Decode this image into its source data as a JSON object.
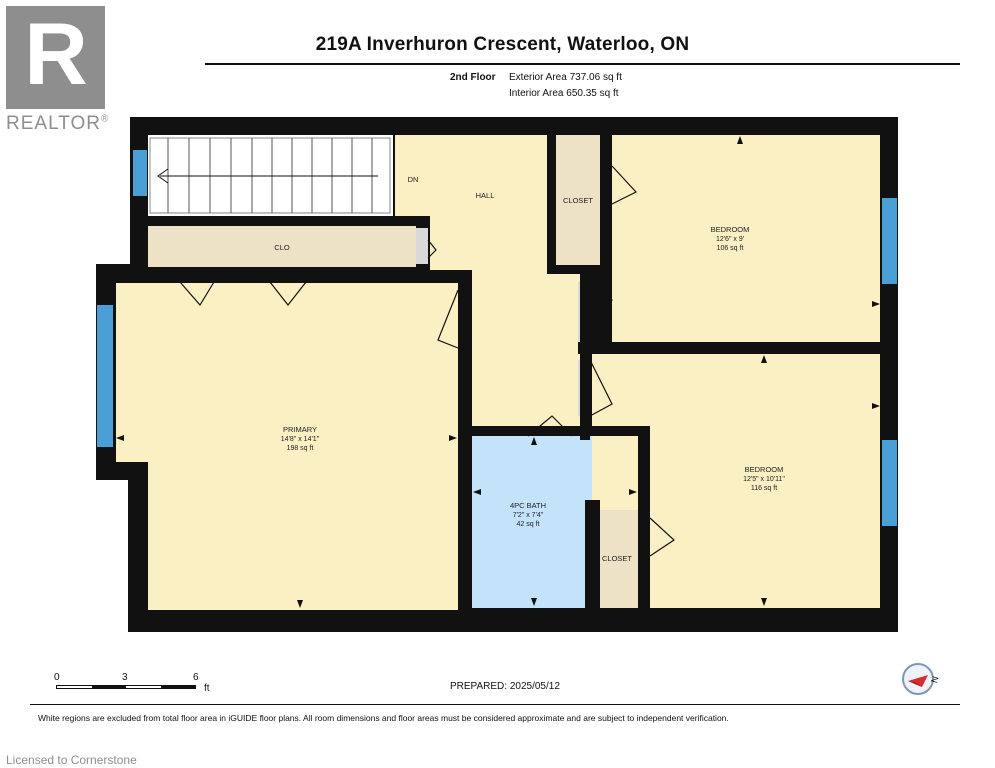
{
  "header": {
    "title": "219A Inverhuron Crescent, Waterloo, ON",
    "floor_label": "2nd Floor",
    "exterior_area": "Exterior Area 737.06 sq ft",
    "interior_area": "Interior Area 650.35 sq ft"
  },
  "branding": {
    "logo_letter": "R",
    "logo_text": "REALTOR",
    "registered_mark": "®"
  },
  "rooms": {
    "stairs": {
      "label": "DN"
    },
    "hall": {
      "label": "HALL"
    },
    "closet_top": {
      "label": "CLOSET"
    },
    "clo": {
      "label": "CLO"
    },
    "bedroom_top": {
      "label": "BEDROOM",
      "dims": "12'6\" x 9'",
      "area": "106 sq ft"
    },
    "primary": {
      "label": "PRIMARY",
      "dims": "14'8\" x 14'1\"",
      "area": "198 sq ft"
    },
    "bath": {
      "label": "4PC BATH",
      "dims": "7'2\" x 7'4\"",
      "area": "42 sq ft"
    },
    "bedroom_bottom": {
      "label": "BEDROOM",
      "dims": "12'5\" x 10'11\"",
      "area": "116 sq ft"
    },
    "closet_bottom": {
      "label": "CLOSET"
    }
  },
  "scale": {
    "zero": "0",
    "three": "3",
    "six": "6",
    "unit": "ft"
  },
  "footer": {
    "prepared": "PREPARED: 2025/05/12",
    "disclaimer": "White regions are excluded from total floor area in iGUIDE floor plans. All room dimensions and floor areas must be considered approximate and are subject to independent verification.",
    "licensed": "Licensed to Cornerstone",
    "compass_letter": "N"
  },
  "colors": {
    "wall": "#111111",
    "room_fill": "#fbf0c4",
    "closet_fill": "#ede2c6",
    "bath_fill": "#c3e3fa",
    "window": "#4aa0d6",
    "door_jamb": "#d9d9d9",
    "logo_gray": "#8e8e8e",
    "compass_red": "#d32f2f"
  }
}
